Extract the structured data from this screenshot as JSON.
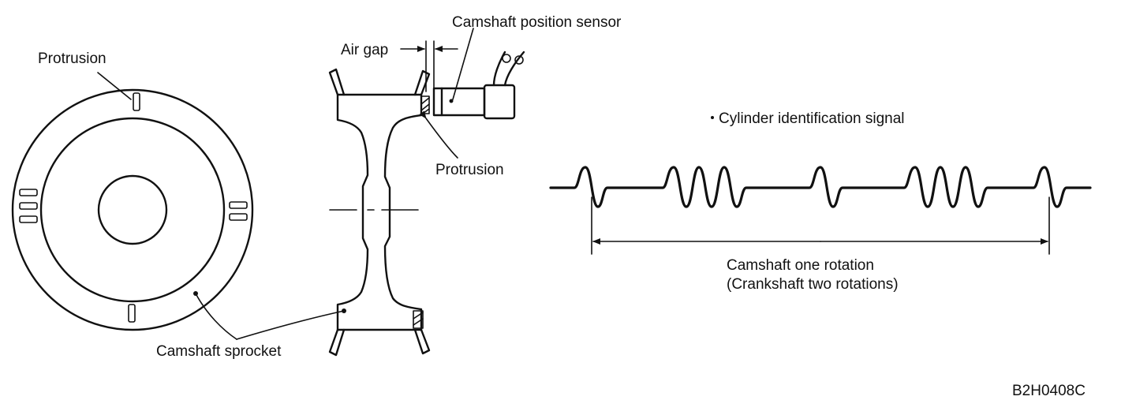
{
  "labels": {
    "protrusion_left": "Protrusion",
    "air_gap": "Air gap",
    "sensor": "Camshaft position sensor",
    "protrusion_right": "Protrusion",
    "sprocket": "Camshaft sprocket",
    "signal_title": "Cylinder identification signal",
    "rotation_line1": "Camshaft one rotation",
    "rotation_line2": "(Crankshaft two rotations)",
    "figure_code": "B2H0408C"
  },
  "signal": {
    "pulse_groups": [
      1,
      3,
      1,
      3,
      1
    ]
  }
}
